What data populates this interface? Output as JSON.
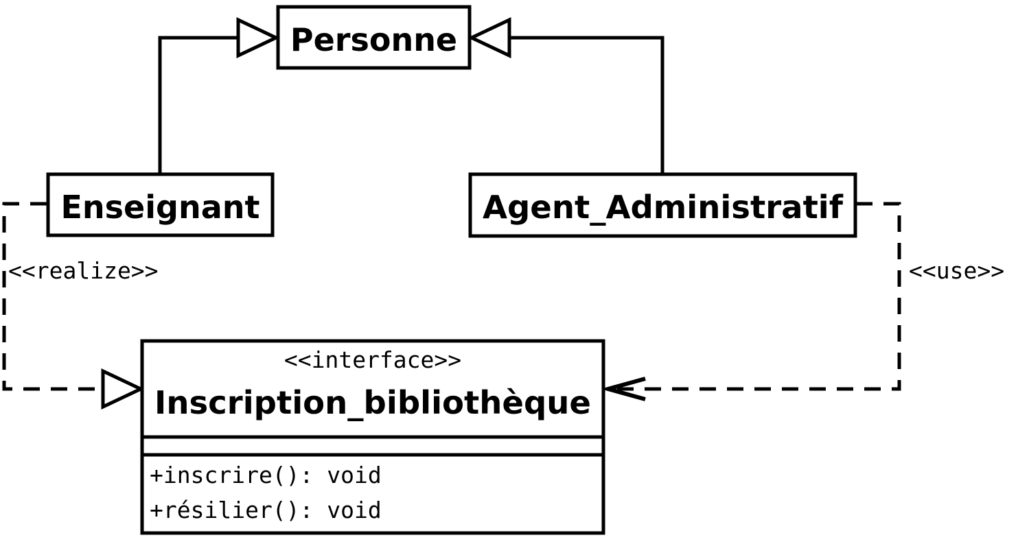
{
  "classes": {
    "personne": {
      "name": "Personne"
    },
    "enseignant": {
      "name": "Enseignant"
    },
    "agent": {
      "name": "Agent_Administratif"
    },
    "inscription": {
      "stereotype": "<<interface>>",
      "name": "Inscription_bibliothèque",
      "operations": [
        "+inscrire(): void",
        "+résilier(): void"
      ]
    }
  },
  "relations": {
    "realize_label": "<<realize>>",
    "use_label": "<<use>>"
  }
}
